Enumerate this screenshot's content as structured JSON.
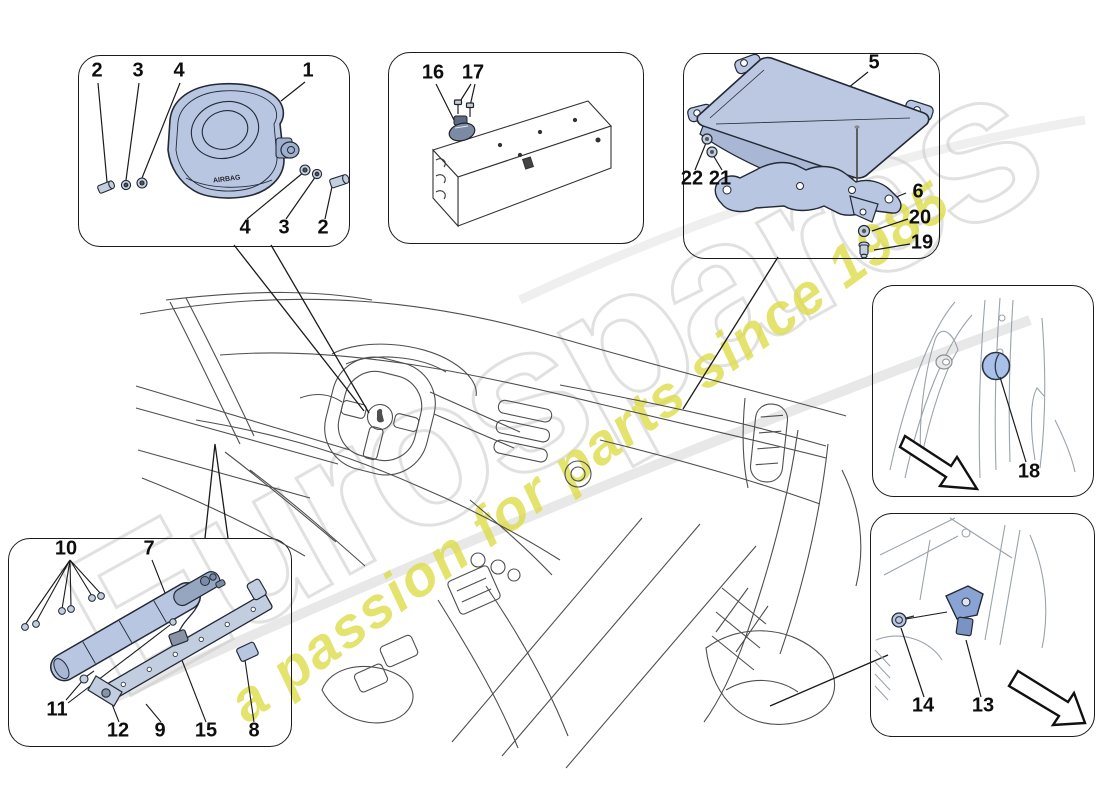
{
  "watermark": {
    "brand": "Eurospares",
    "tagline": "a passion for parts since 1985"
  },
  "steering_airbag_text": "AIRBAG",
  "colors": {
    "part_fill": "#b9c6e2",
    "part_fill_dark": "#9fb0cf",
    "part_outline": "#232a36",
    "car_line": "#4f4f4f",
    "detail_line": "#9aa3ab",
    "watermark_yellow": "#dcdc46",
    "watermark_gray": "#c8c8c8"
  },
  "callouts": [
    {
      "label": "2"
    },
    {
      "label": "3"
    },
    {
      "label": "4"
    },
    {
      "label": "1"
    },
    {
      "label": "4"
    },
    {
      "label": "3"
    },
    {
      "label": "2"
    },
    {
      "label": "16"
    },
    {
      "label": "17"
    },
    {
      "label": "5"
    },
    {
      "label": "22"
    },
    {
      "label": "21"
    },
    {
      "label": "6"
    },
    {
      "label": "20"
    },
    {
      "label": "19"
    },
    {
      "label": "18"
    },
    {
      "label": "10"
    },
    {
      "label": "7"
    },
    {
      "label": "11"
    },
    {
      "label": "12"
    },
    {
      "label": "9"
    },
    {
      "label": "15"
    },
    {
      "label": "8"
    },
    {
      "label": "14"
    },
    {
      "label": "13"
    }
  ]
}
